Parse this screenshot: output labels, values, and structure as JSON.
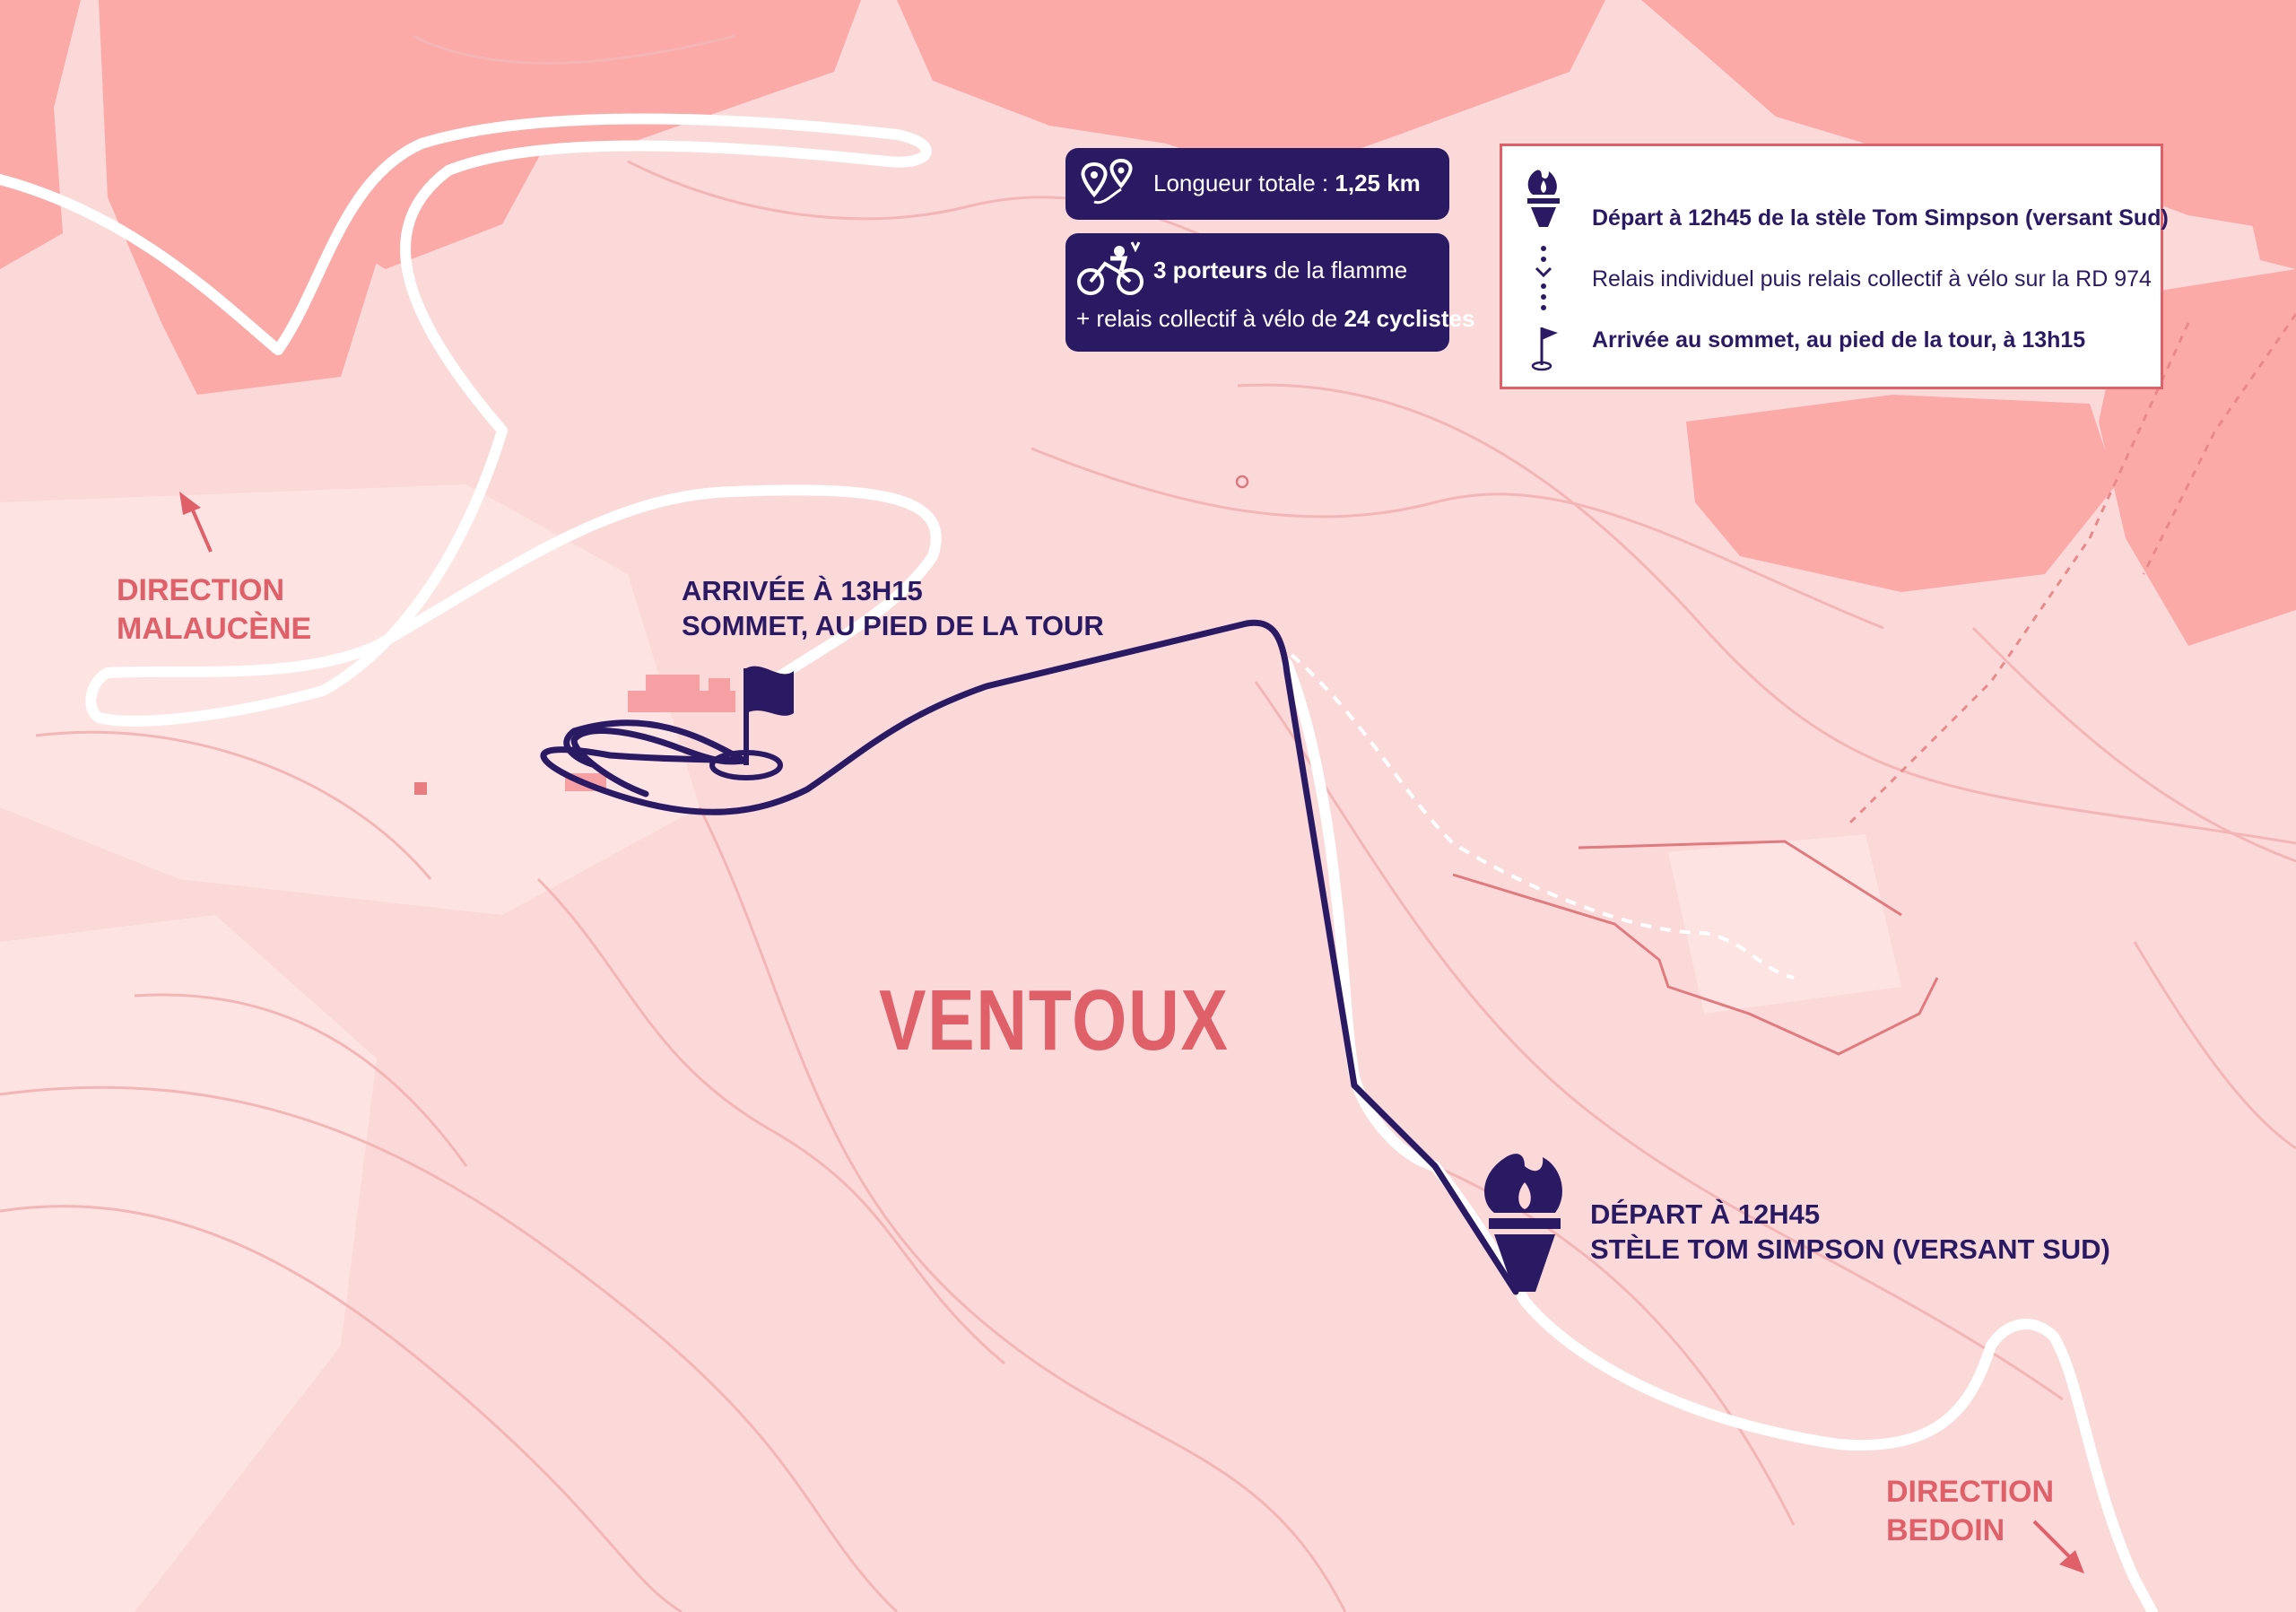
{
  "info_box": {
    "length_label": "Longueur totale : ",
    "length_value": "1,25 km",
    "bearers_count": "3 porteurs",
    "bearers_text": " de la flamme",
    "relay_text": "+ relais collectif à vélo de ",
    "relay_count": "24 cyclistes"
  },
  "legend": {
    "start": "Départ à 12h45 de la stèle Tom Simpson (versant Sud)",
    "relay": "Relais individuel puis relais collectif à vélo sur la RD 974",
    "finish": "Arrivée au sommet, au pied de la tour, à 13h15"
  },
  "map_labels": {
    "direction_malaucene_1": "DIRECTION",
    "direction_malaucene_2": "MALAUCÈNE",
    "arrival_1": "ARRIVÉE À 13H15",
    "arrival_2": "SOMMET, AU PIED DE LA TOUR",
    "region": "VENTOUX",
    "departure_1": "DÉPART À 12H45",
    "departure_2": "STÈLE TOM SIMPSON (VERSANT SUD)",
    "direction_bedoin_1": "DIRECTION",
    "direction_bedoin_2": "BEDOIN"
  },
  "icons": [
    "pin-route-icon",
    "cyclist-icon",
    "torch-icon",
    "dotted-relay-icon",
    "flag-icon",
    "direction-arrow-icon"
  ],
  "colors": {
    "background": "#fcd9d9",
    "dark_area": "#fbaaa8",
    "light_area": "#fde4e3",
    "route": "#2a1a63",
    "road": "#ffffff",
    "label_red": "#e0606a",
    "contour": "#f3b5b6"
  }
}
